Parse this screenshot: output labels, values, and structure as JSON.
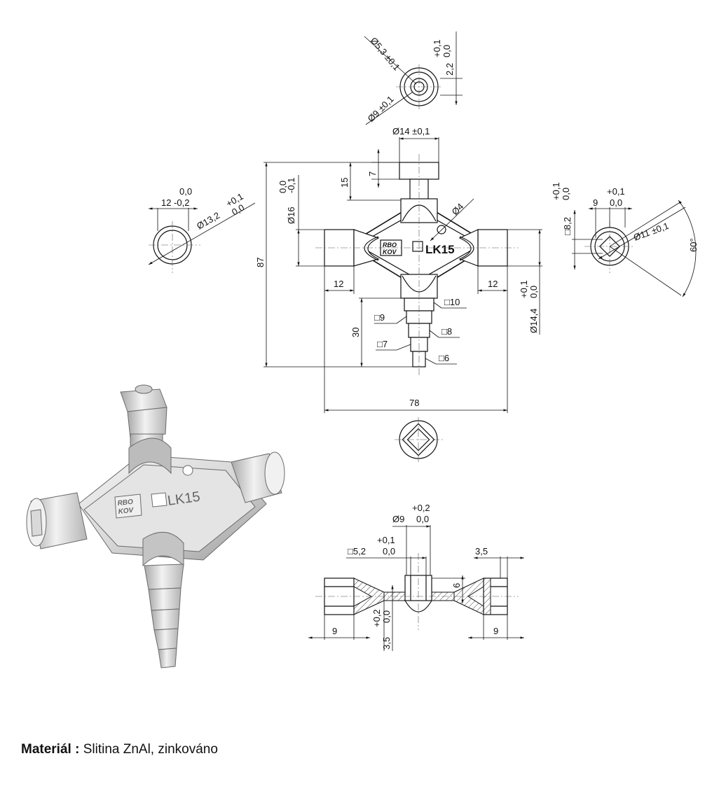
{
  "material": {
    "label": "Materiál :",
    "value": "Slitina ZnAl, zinkováno"
  },
  "logo_text": "LK15",
  "dims": {
    "d53": "Ø5,3 ±0,1",
    "tol_01_00": [
      "+0,1",
      "0,0"
    ],
    "d22": "2,2",
    "d9": "Ø9 ±0,1",
    "d14": "Ø14 ±0,1",
    "d15": "15",
    "d7": "7",
    "d4": "Ø4",
    "d87": "87",
    "d16": "Ø16",
    "d16tol": [
      "0,0",
      "-0,1"
    ],
    "d12a": "12",
    "d12b": "12",
    "d144": "Ø14,4",
    "d30": "30",
    "sq10": "□10",
    "sq9": "□9",
    "sq8": "□8",
    "sq7": "□7",
    "sq6": "□6",
    "d78": "78",
    "left_tol12": [
      "0,0",
      "12 -0,2"
    ],
    "left_d132": "Ø13,2",
    "right_sq82": "□8,2",
    "right_9": "9",
    "right_d11": "Ø11 ±0,1",
    "right_60": "60°",
    "sec_d9": "Ø9",
    "sec_tol02": [
      "+0,2",
      "0,0"
    ],
    "sec_sq52": "□5,2",
    "sec_35a": "3,5",
    "sec_6": "6",
    "sec_35b": "3,5",
    "sec_9a": "9",
    "sec_9b": "9"
  },
  "iso_logo": [
    "RBO",
    "KOV"
  ],
  "iso_lk15": "LK15"
}
